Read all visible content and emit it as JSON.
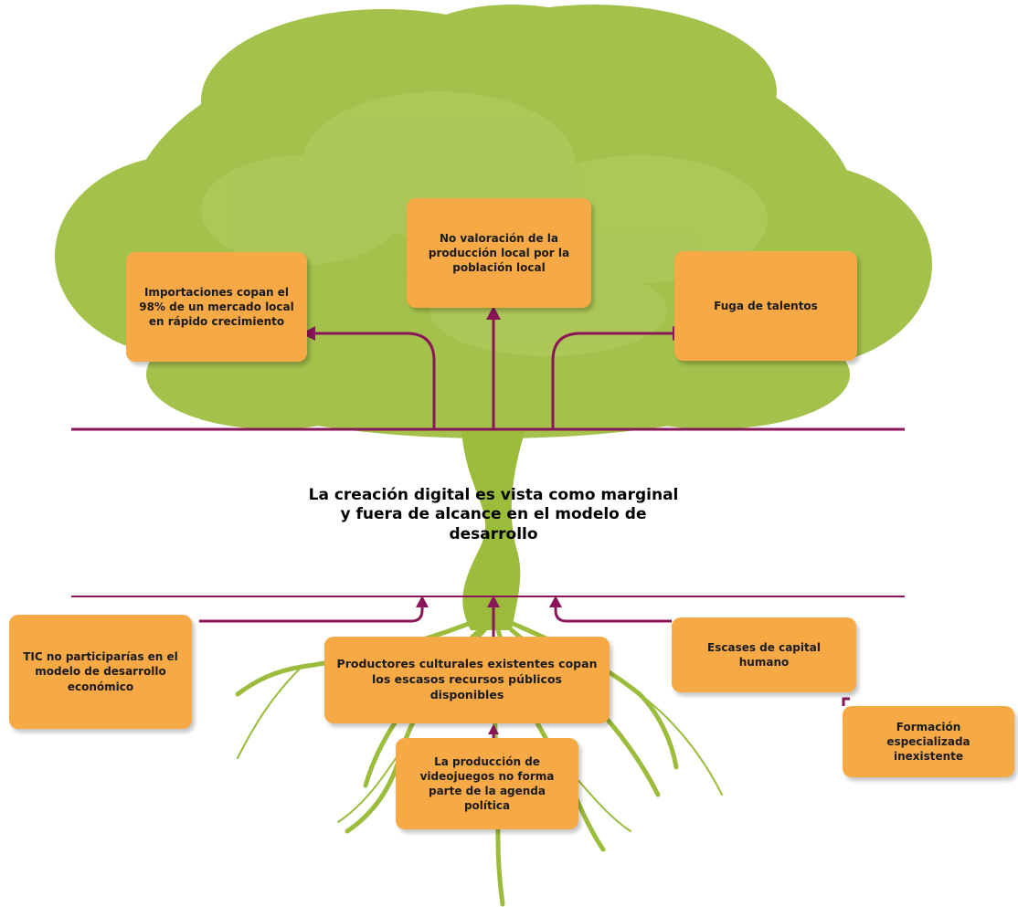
{
  "center": {
    "text": "La creación digital es vista como marginal y fuera de alcance en el modelo de desarrollo"
  },
  "effects": {
    "left": "Importaciones copan el 98% de un mercado local en rápido crecimiento",
    "center": "No valoración de la producción local por la población local",
    "right": "Fuga de talentos"
  },
  "causes": {
    "tic": "TIC no participarías en el modelo de desarrollo económico",
    "productores": "Productores culturales existentes copan los escasos recursos públicos disponibles",
    "escases": "Escases de capital humano",
    "videojuegos": "La producción de videojuegos no forma parte de la agenda política",
    "formacion": "Formación especializada inexistente"
  },
  "colors": {
    "box_fill": "#f6a945",
    "arrow": "#8a1558",
    "tree": "#9cbc3c"
  }
}
